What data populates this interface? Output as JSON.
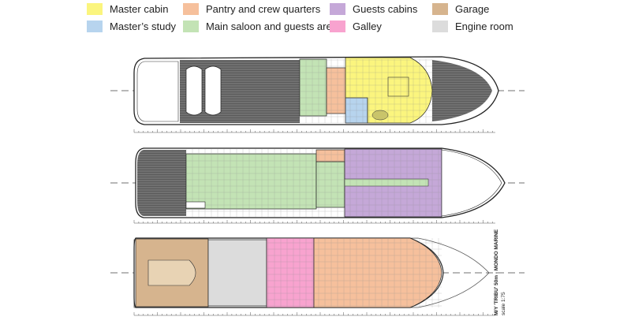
{
  "legend": {
    "items": [
      {
        "label": "Master cabin",
        "color": "#fbf57e"
      },
      {
        "label": "Master’s study",
        "color": "#b7d4ee"
      },
      {
        "label": "Pantry and crew quarters",
        "color": "#f6c09c"
      },
      {
        "label": "Main saloon and guests areas",
        "color": "#c3e3b5"
      },
      {
        "label": "Guests cabins",
        "color": "#c5a8d8"
      },
      {
        "label": "Galley",
        "color": "#f8a3cf"
      },
      {
        "label": "Garage",
        "color": "#d6b48e"
      },
      {
        "label": "Engine room",
        "color": "#dcdcdc"
      }
    ]
  },
  "colors": {
    "deck_teak": "#6b6b6b",
    "hull_outline": "#222222",
    "master_cabin": "#fbf57e",
    "masters_study": "#b7d4ee",
    "pantry_crew": "#f6c09c",
    "saloon_guests": "#c3e3b5",
    "guests_cabins": "#c5a8d8",
    "galley": "#f8a3cf",
    "garage": "#d6b48e",
    "engine_room": "#dcdcdc"
  },
  "caption": {
    "line1": "M/Y 'TRIBU' 50m - MONDO MARINE",
    "line2": "scale 1:75"
  }
}
